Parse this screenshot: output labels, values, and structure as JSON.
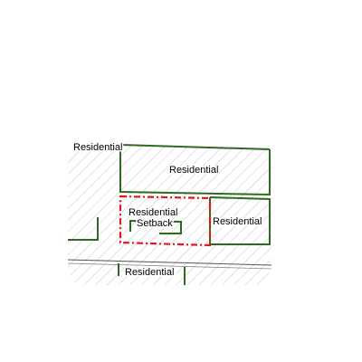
{
  "map": {
    "colors": {
      "background": "#ffffff",
      "hatch": "#c4c4c4",
      "parcel_outline": "#2e6b1f",
      "setback_outline": "#e8141e",
      "road_line": "#555555"
    },
    "labels": {
      "residential_top_left": "Residential",
      "residential_top": "Residential",
      "residential_center": "Residential",
      "setback": "Setback",
      "residential_right": "Residential",
      "residential_bottom": "Residential"
    }
  }
}
